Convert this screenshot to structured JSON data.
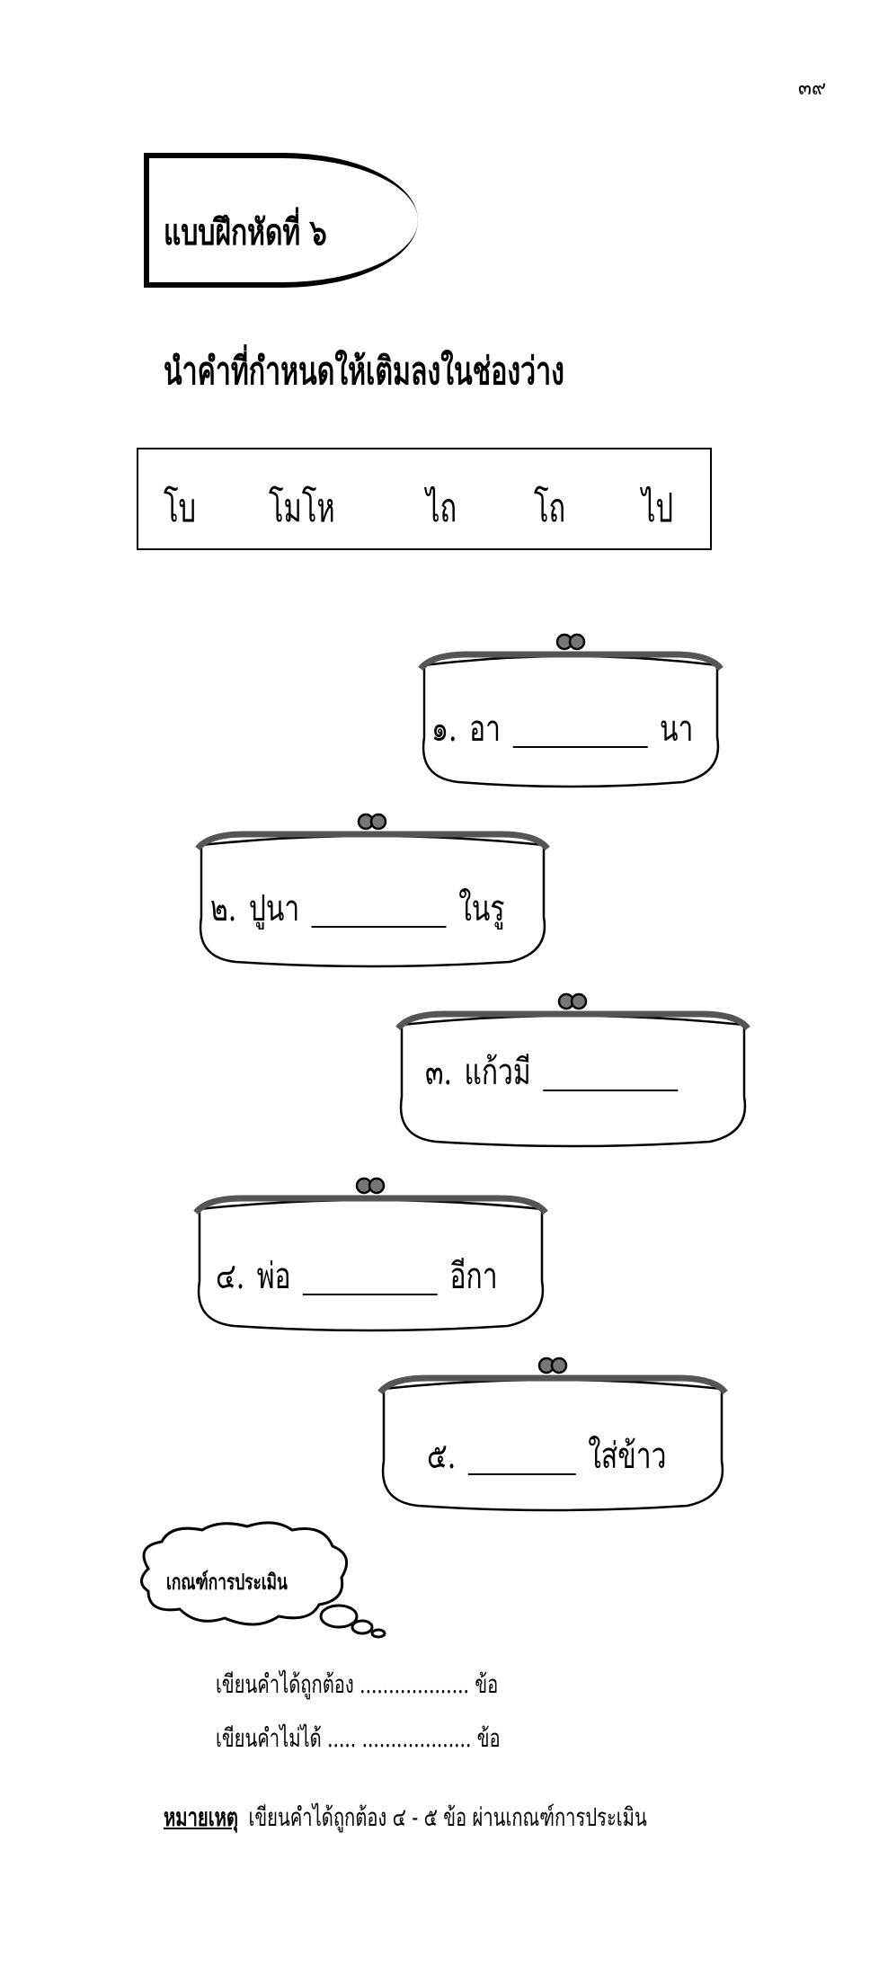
{
  "page_number": "๓๙",
  "title": "แบบฝึกหัดที่ ๖",
  "instruction": "นำคำที่กำหนดให้เติมลงในช่องว่าง",
  "word_bank": [
    "โบ",
    "โมโห",
    "ไถ",
    "โถ",
    "ไป"
  ],
  "items": [
    {
      "number": "๑.",
      "before": "อา",
      "after": "นา"
    },
    {
      "number": "๒.",
      "before": "ปูนา",
      "after": "ในรู"
    },
    {
      "number": "๓.",
      "before": "แก้วมี",
      "after": ""
    },
    {
      "number": "๔.",
      "before": "พ่อ",
      "after": "อีกา"
    },
    {
      "number": "๕.",
      "before": "",
      "after": "ใส่ข้าว"
    }
  ],
  "evaluation": {
    "heading": "เกณฑ์การประเมิน",
    "correct_label": "เขียนคำได้ถูกต้อง",
    "correct_dots": "...................",
    "incorrect_label": "เขียนคำไม่ได้",
    "incorrect_dots": "..... ...................",
    "unit": "ข้อ"
  },
  "note": {
    "label": "หมายเหตุ",
    "text": "เขียนคำได้ถูกต้อง ๔ - ๕ ข้อ  ผ่านเกณฑ์การประเมิน"
  }
}
